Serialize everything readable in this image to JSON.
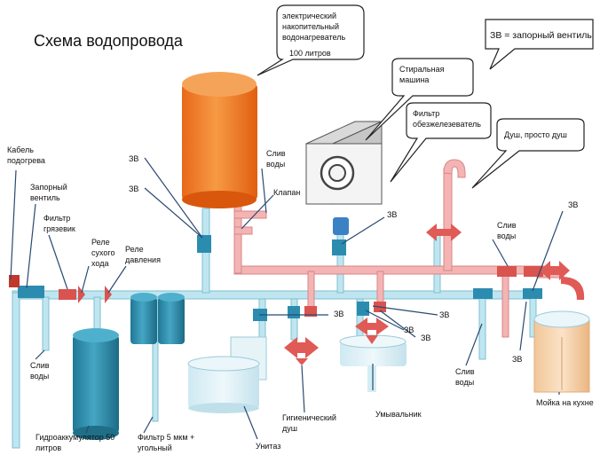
{
  "diagram": {
    "title": "Схема водопровода",
    "legend": "ЗВ = запорный вентиль",
    "callouts": {
      "heater_line1": "электрический",
      "heater_line2": "накопительный",
      "heater_line3": "водонагреватель",
      "heater_line4": "100 литров",
      "washer_line1": "Стиральная",
      "washer_line2": "машина",
      "iron_filter_line1": "Фильтр",
      "iron_filter_line2": "обезжелезеватель",
      "shower": "Душ, просто душ",
      "heater_drain_line1": "Слив",
      "heater_drain_line2": "воды",
      "valve_klapan": "Клапан",
      "zv_top1": "ЗВ",
      "zv_top2": "ЗВ",
      "zv_filter": "ЗВ",
      "zv_right": "ЗВ",
      "kitchen_drain_line1": "Слив",
      "kitchen_drain_line2": "воды",
      "cable_line1": "Кабель",
      "cable_line2": "подогрева",
      "main_valve_line1": "Запорный",
      "main_valve_line2": "вентиль",
      "mud_filter_line1": "Фильтр",
      "mud_filter_line2": "грязевик",
      "dry_relay_line1": "Реле",
      "dry_relay_line2": "сухого",
      "dry_relay_line3": "хода",
      "pressure_relay_line1": "Реле",
      "pressure_relay_line2": "давления",
      "zv_mid1": "ЗВ",
      "zv_mid2": "ЗВ",
      "zv_mid3": "ЗВ",
      "zv_mid4": "ЗВ",
      "zv_bottom_right": "ЗВ",
      "left_drain_line1": "Слив",
      "left_drain_line2": "воды",
      "accumulator_line1": "Гидроаккумулятор 50",
      "accumulator_line2": "литров",
      "filter5_line1": "Фильтр 5 мкм +",
      "filter5_line2": "угольный",
      "toilet": "Унитаз",
      "hygienic_line1": "Гигиенический",
      "hygienic_line2": "душ",
      "sink": "Умывальник",
      "right_drain_line1": "Слив",
      "right_drain_line2": "воды",
      "kitchen_sink": "Мойка на кухне"
    },
    "colors": {
      "cold_pipe": "#bfe6f0",
      "cold_pipe_edge": "#7fbfd2",
      "hot_pipe": "#f4b4b4",
      "hot_pipe_edge": "#d98686",
      "valve": "#2c8cb0",
      "heater": "#f07a1c",
      "accumulator": "#2e8aa8",
      "tap_red": "#d9534f",
      "callout_border": "#222222"
    }
  }
}
